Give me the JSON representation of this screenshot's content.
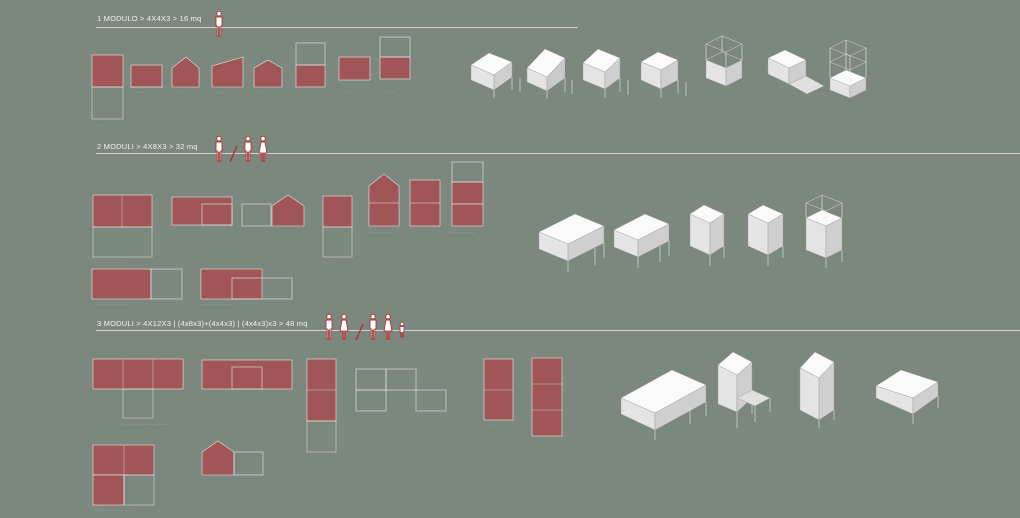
{
  "sections": [
    {
      "id": "s1",
      "title": "1 MODULO > 4X4X3 > 16 mq",
      "people": [
        "man"
      ]
    },
    {
      "id": "s2",
      "title": "2 MODULI > 4X8X3 > 32 mq",
      "people": [
        "man",
        "slash",
        "man",
        "woman"
      ]
    },
    {
      "id": "s3",
      "title": "3 MODULI > 4X12X3 | (4x8x3)+(4x4x3) | (4x4x3)x3 > 48 mq",
      "people": [
        "man",
        "woman",
        "slash",
        "man",
        "woman",
        "child"
      ]
    }
  ],
  "colors": {
    "background": "#7c877e",
    "module_fill": "#a05656",
    "outline": "#e8e8e8",
    "person": "#b03232",
    "volume": "#f0f0f0"
  },
  "icons": [
    "man-icon",
    "woman-icon",
    "child-icon",
    "slash-icon"
  ]
}
